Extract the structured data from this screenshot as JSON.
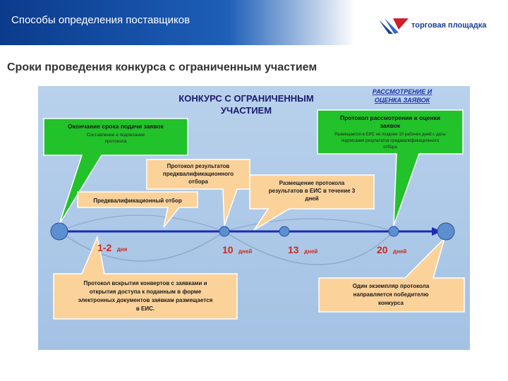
{
  "header": {
    "title": "Способы определения поставщиков",
    "logo_text": "торговая площадка"
  },
  "subtitle": "Сроки проведения конкурса с ограниченным участием",
  "diagram": {
    "title_line1": "КОНКУРС С ОГРАНИЧЕННЫМ",
    "title_line2": "УЧАСТИЕМ",
    "review_line1": "РАССМОТРЕНИЕ И",
    "review_line2": "ОЦЕНКА ЗАЯВОК",
    "end_deadline": {
      "heading": "Окончание срока подачи заявок",
      "line1": "Составление и подписание",
      "line2": "протокола"
    },
    "review_protocol": {
      "heading1": "Протокол рассмотрения и оценки",
      "heading2": "заявок",
      "line1": "Размещается в ЕИС не позднее 10 рабочих дней с даты",
      "line2": "подписания результатов предквалификационного",
      "line3": "отбора"
    },
    "prequal_results": {
      "line1": "Протокол результатов",
      "line2": "предквалификационного",
      "line3": "отбора"
    },
    "placement": {
      "line1": "Размещение протокола",
      "line2": "результатов в ЕИС в течение 3",
      "line3": "дней"
    },
    "prequal_selection": "Предквалификационный отбор",
    "envelope_protocol": {
      "line1": "Протокол вскрытия конвертов с заявками и",
      "line2": "открытия доступа к поданным в форме",
      "line3": "электронных документов заявкам размещается",
      "line4": "в ЕИС."
    },
    "winner_copy": {
      "line1": "Один экземпляр протокола",
      "line2": "направляется победителю",
      "line3": "конкурса"
    },
    "timeline_labels": [
      {
        "number": "1-2",
        "unit": "дня"
      },
      {
        "number": "10",
        "unit": "дней"
      },
      {
        "number": "13",
        "unit": "дней"
      },
      {
        "number": "20",
        "unit": "дней"
      }
    ],
    "colors": {
      "background": "#a9c6e6",
      "green": "#22c22a",
      "orange": "#fcd29b",
      "timeline": "#1c2ab4",
      "dot": "#5b8fd0",
      "title": "#1a1a6e",
      "review": "#1f2fa6",
      "number": "#cc2a1a"
    }
  }
}
